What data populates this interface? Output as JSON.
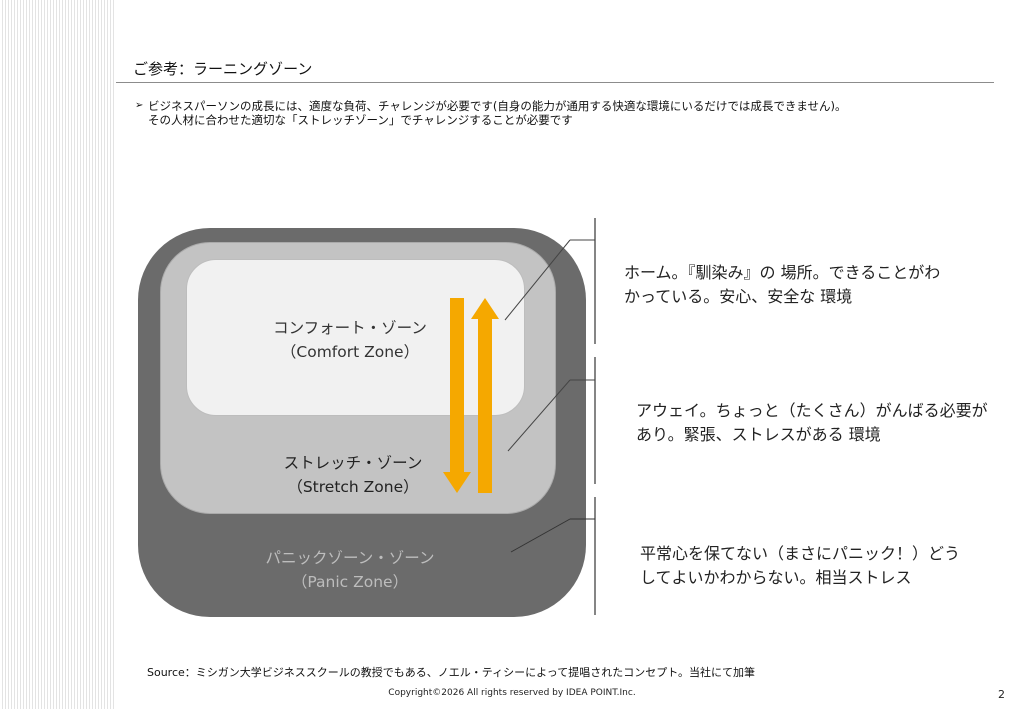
{
  "slide": {
    "title": "ご参考：ラーニングゾーン",
    "bullet_lines": [
      "ビジネスパーソンの成長には、適度な負荷、チャレンジが必要です(自身の能力が通用する快適な環境にいるだけでは成長できません)。",
      "その人材に合わせた適切な「ストレッチゾーン」でチャレンジすることが必要です"
    ],
    "source": "Source：ミシガン大学ビジネススクールの教授でもある、ノエル・ティシーによって提唱されたコンセプト。当社にて加筆",
    "copyright": "Copyright©2026 All rights reserved by  IDEA POINT.Inc.",
    "page_number": "2"
  },
  "zones": {
    "comfort": {
      "jp": "コンフォート・ゾーン",
      "en": "（Comfort Zone）"
    },
    "stretch": {
      "jp": "ストレッチ・ゾーン",
      "en": "（Stretch Zone）"
    },
    "panic": {
      "jp": "パニックゾーン・ゾーン",
      "en": "（Panic Zone）"
    }
  },
  "descriptions": {
    "comfort": [
      "ホーム。『馴染み』の 場所。できることがわ",
      "かっている。安心、安全な 環境"
    ],
    "stretch": [
      "アウェイ。ちょっと（たくさん）がんばる必要が",
      "あり。緊張、ストレスがある 環境"
    ],
    "panic": [
      "平常心を保てない（まさにパニック！）どう",
      "してよいかわからない。相当ストレス"
    ]
  },
  "colors": {
    "panic_zone": "#6b6b6b",
    "stretch_zone": "#c3c3c3",
    "comfort_zone": "#f1f1f1",
    "arrows": "#f5a800"
  }
}
